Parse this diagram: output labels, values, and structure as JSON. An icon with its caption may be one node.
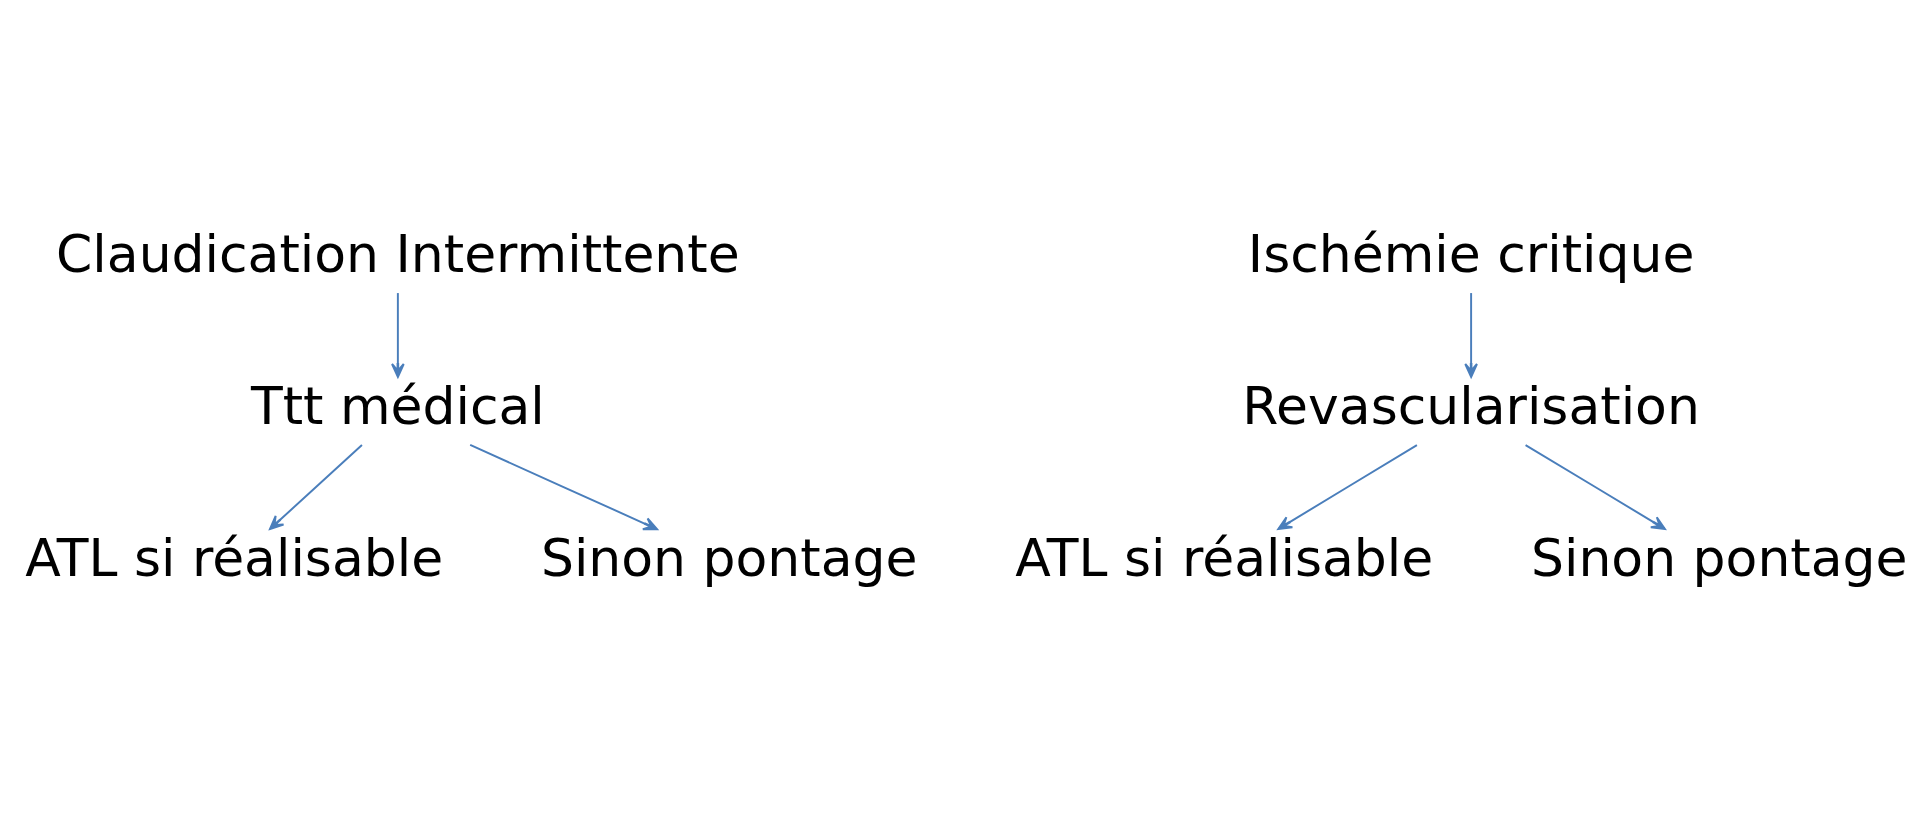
{
  "diagram": {
    "nodes": [
      {
        "text": [
          "Claudication Intermittente"
        ]
      },
      {
        "text": [
          "Ttt médical"
        ]
      },
      {
        "text": [
          "ATL si réalisable"
        ]
      },
      {
        "text": [
          "Sinon pontage"
        ]
      },
      {
        "text": [
          "Ischémie critique"
        ]
      },
      {
        "text": [
          "Revascularisation"
        ]
      },
      {
        "text": [
          "ATL si réalisable"
        ]
      },
      {
        "text": [
          "Sinon pontage"
        ]
      }
    ],
    "edges": [
      {
        "from": 0,
        "to": 1,
        "arrow": "to"
      },
      {
        "from": 1,
        "to": 2,
        "arrow": "to"
      },
      {
        "from": 1,
        "to": 3,
        "arrow": "to"
      },
      {
        "from": 4,
        "to": 5,
        "arrow": "to"
      },
      {
        "from": 5,
        "to": 6,
        "arrow": "to"
      },
      {
        "from": 5,
        "to": 7,
        "arrow": "to"
      }
    ]
  }
}
